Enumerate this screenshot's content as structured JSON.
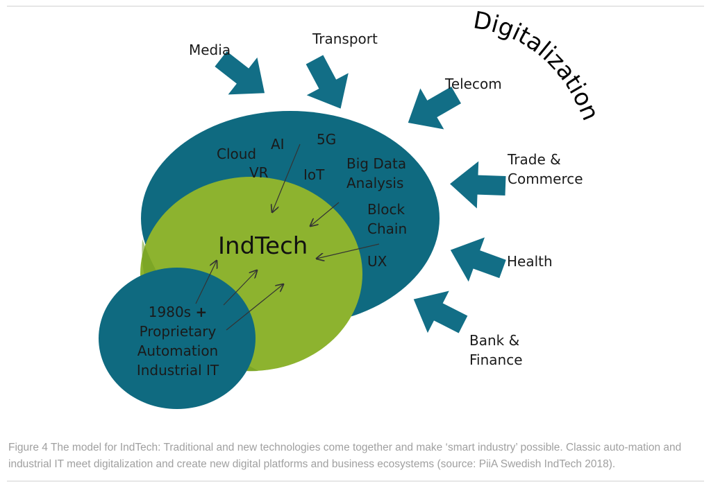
{
  "title": "Digitalization",
  "center_label": "IndTech",
  "domains": [
    "Media",
    "Transport",
    "Telecom",
    "Trade &",
    "Commerce",
    "Health",
    "Bank &",
    "Finance"
  ],
  "technologies": {
    "cloud": "Cloud",
    "ai": "AI",
    "fiveg": "5G",
    "vr": "VR",
    "iot": "IoT",
    "bigdata_1": "Big Data",
    "bigdata_2": "Analysis",
    "block_1": "Block",
    "block_2": "Chain",
    "ux": "UX"
  },
  "legacy": {
    "line1_a": "1980s",
    "line1_b": "+",
    "line2": "Proprietary",
    "line3": "Automation",
    "line4": "Industrial IT"
  },
  "caption": "Figure 4 The model for IndTech: Traditional and new technologies come together and make ‘smart industry’ possible. Classic auto-mation and industrial IT meet digitalization and create new digital platforms and business ecosystems (source: PiiA Swedish IndTech 2018).",
  "colors": {
    "teal": "#0f6a80",
    "green": "#8db32f",
    "green_dark": "#6f9a1f",
    "caption": "#a0a0a0"
  }
}
